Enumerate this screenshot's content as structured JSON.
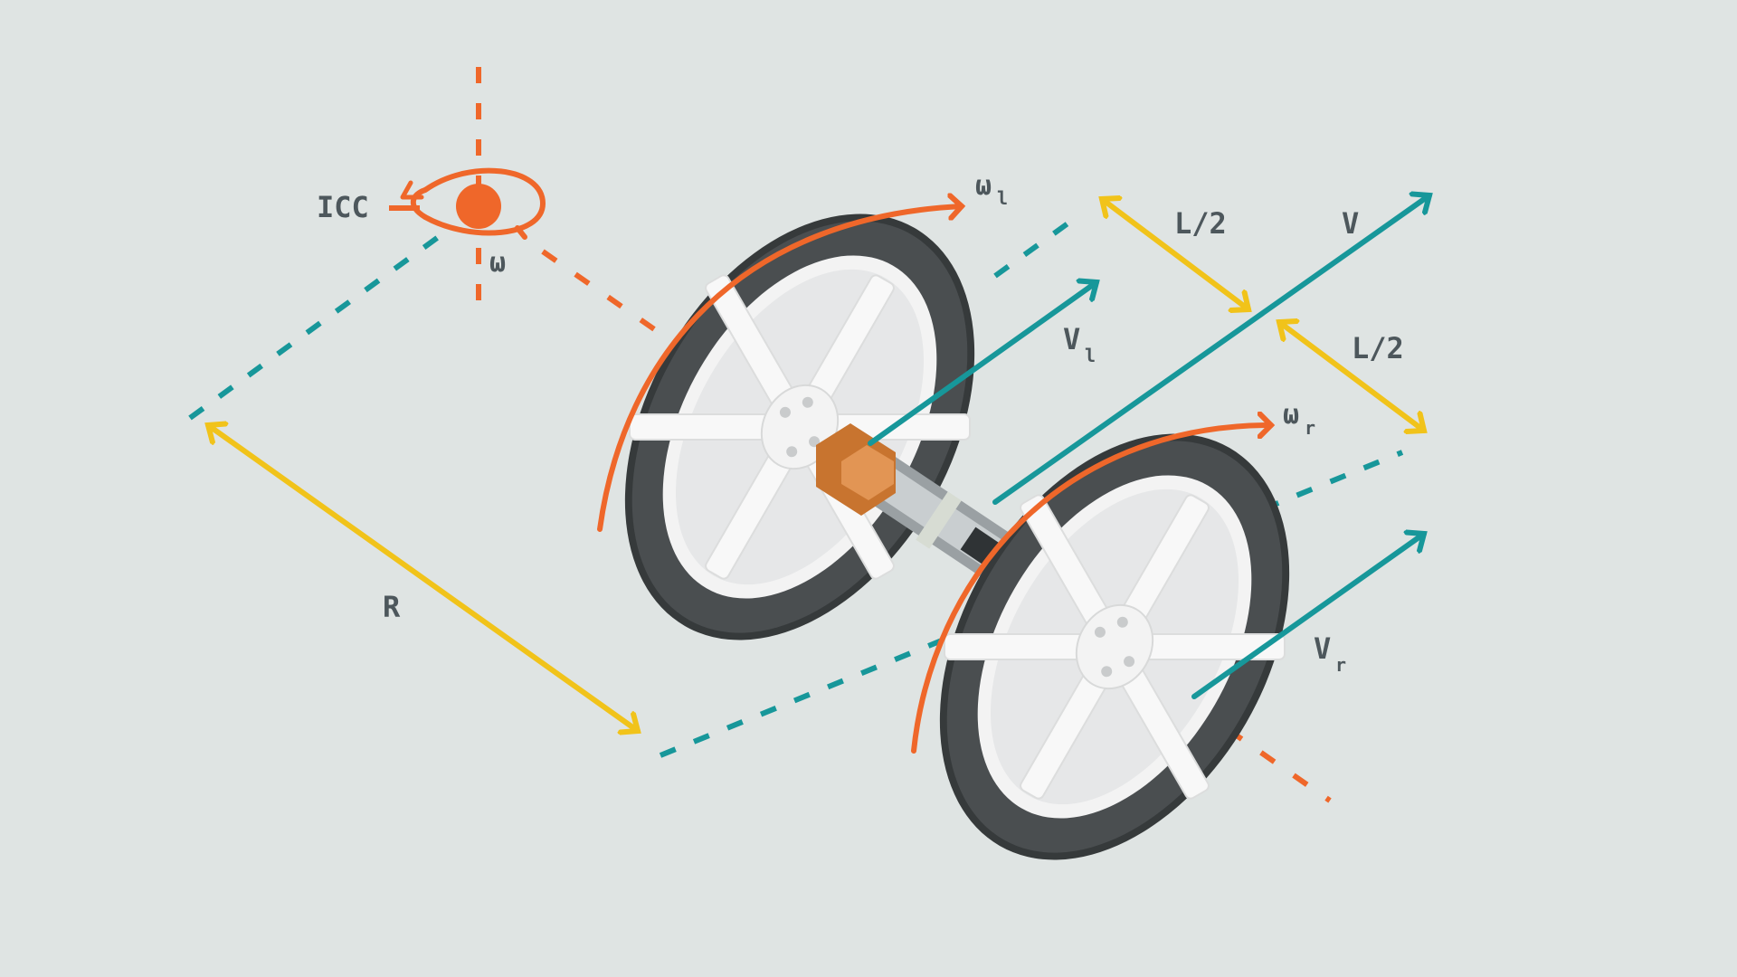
{
  "labels": {
    "icc": "ICC",
    "omega": "ω",
    "omega_l": "ω",
    "omega_l_sub": "l",
    "omega_r": "ω",
    "omega_r_sub": "r",
    "half_track_1": "L/2",
    "half_track_2": "L/2",
    "velocity": "V",
    "velocity_l": "V",
    "velocity_l_sub": "l",
    "velocity_r": "V",
    "velocity_r_sub": "r",
    "radius": "R"
  },
  "colors": {
    "background": "#dfe4e3",
    "orange": "#ef672a",
    "teal": "#17979a",
    "yellow": "#f1c31a",
    "label": "#4d575c",
    "tire": "#454849",
    "rim": "#f1f1f1",
    "bracket": "#c8742f",
    "motor": "#b7bcbf"
  }
}
